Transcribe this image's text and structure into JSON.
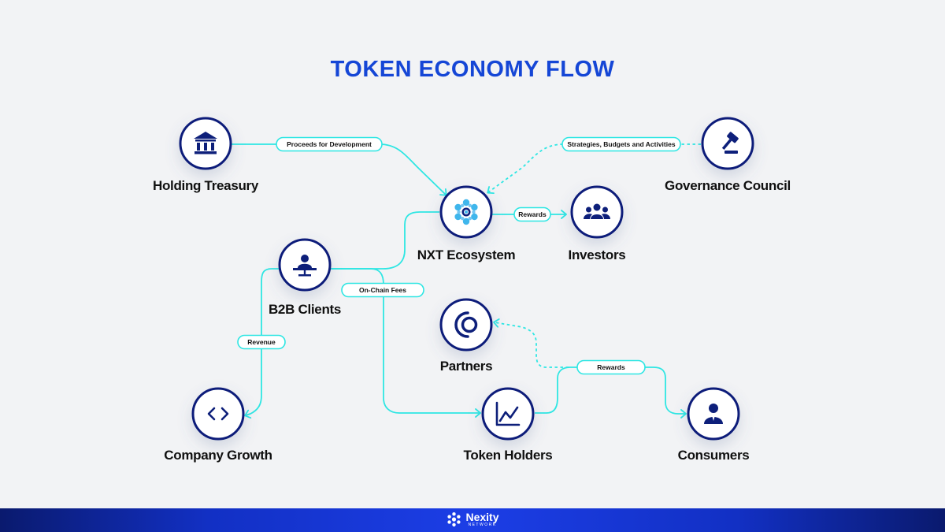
{
  "title": "TOKEN ECONOMY FLOW",
  "colors": {
    "title": "#1546d6",
    "accent": "#2ee6e3",
    "node_ring": "#0d1f7a",
    "node_icon": "#0d1f7a",
    "node_text": "#101010",
    "pill_border": "#2ee6e3",
    "pill_text": "#111111"
  },
  "nodes": [
    {
      "id": "holding-treasury",
      "label": "Holding Treasury",
      "icon": "bank-icon"
    },
    {
      "id": "nxt-ecosystem",
      "label": "NXT Ecosystem",
      "icon": "network-hexagon-icon"
    },
    {
      "id": "governance-council",
      "label": "Governance Council",
      "icon": "gavel-icon"
    },
    {
      "id": "investors",
      "label": "Investors",
      "icon": "users-group-icon"
    },
    {
      "id": "b2b-clients",
      "label": "B2B Clients",
      "icon": "client-desk-icon"
    },
    {
      "id": "partners",
      "label": "Partners",
      "icon": "partner-rings-icon"
    },
    {
      "id": "company-growth",
      "label": "Company Growth",
      "icon": "code-brackets-icon"
    },
    {
      "id": "token-holders",
      "label": "Token Holders",
      "icon": "line-chart-icon"
    },
    {
      "id": "consumers",
      "label": "Consumers",
      "icon": "consumer-person-icon"
    }
  ],
  "flows": [
    {
      "label": "Proceeds for Development",
      "from": "holding-treasury",
      "to": "nxt-ecosystem",
      "style": "solid"
    },
    {
      "label": "Strategies, Budgets and Activities",
      "from": "governance-council",
      "to": "nxt-ecosystem",
      "style": "dashed"
    },
    {
      "label": "Rewards",
      "from": "nxt-ecosystem",
      "to": "investors",
      "style": "solid"
    },
    {
      "label": "On-Chain Fees",
      "from": "b2b-clients",
      "to": "token-holders",
      "style": "solid"
    },
    {
      "label": "",
      "from": "b2b-clients",
      "to": "nxt-ecosystem",
      "style": "solid"
    },
    {
      "label": "Revenue",
      "from": "b2b-clients",
      "to": "company-growth",
      "style": "solid"
    },
    {
      "label": "Rewards",
      "from": "token-holders",
      "to": "consumers",
      "style": "solid"
    },
    {
      "label": "",
      "from": "token-holders",
      "to": "partners",
      "style": "dashed"
    }
  ],
  "footer": {
    "brand": "Nexity",
    "sub": "NETWORK",
    "logo_icon": "nexity-logo-icon"
  }
}
